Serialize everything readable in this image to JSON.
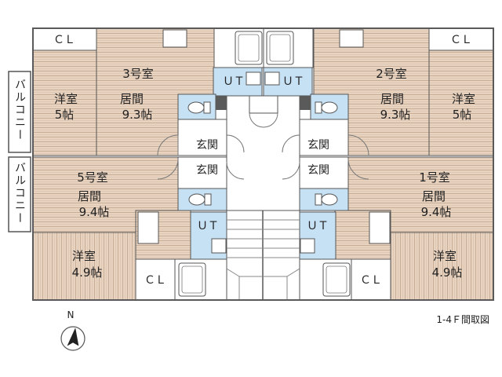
{
  "labels": {
    "cl": "ＣＬ",
    "ut": "ＵＴ",
    "entrance": "玄関",
    "balcony": "バルコニー",
    "western_room": "洋室",
    "living_room": "居間",
    "floor_plan_title": "1-4Ｆ間取図",
    "north": "N"
  },
  "units": [
    {
      "room": "3号室",
      "living_size": "9.3帖",
      "western_size": "5帖"
    },
    {
      "room": "2号室",
      "living_size": "9.3帖",
      "western_size": "5帖"
    },
    {
      "room": "5号室",
      "living_size": "9.4帖",
      "western_size": "4.9帖"
    },
    {
      "room": "1号室",
      "living_size": "9.4帖",
      "western_size": "4.9帖"
    }
  ],
  "colors": {
    "floor_wood": "#e7d3c0",
    "floor_line": "#c8ad97",
    "wet_area": "#c6e0f4",
    "wall": "#5a5a5a",
    "common_area": "#ffffff"
  },
  "icons": [
    "north-arrow-icon",
    "bathtub-icon",
    "toilet-icon",
    "washbasin-icon",
    "door-swing-icon",
    "stairs-icon"
  ]
}
